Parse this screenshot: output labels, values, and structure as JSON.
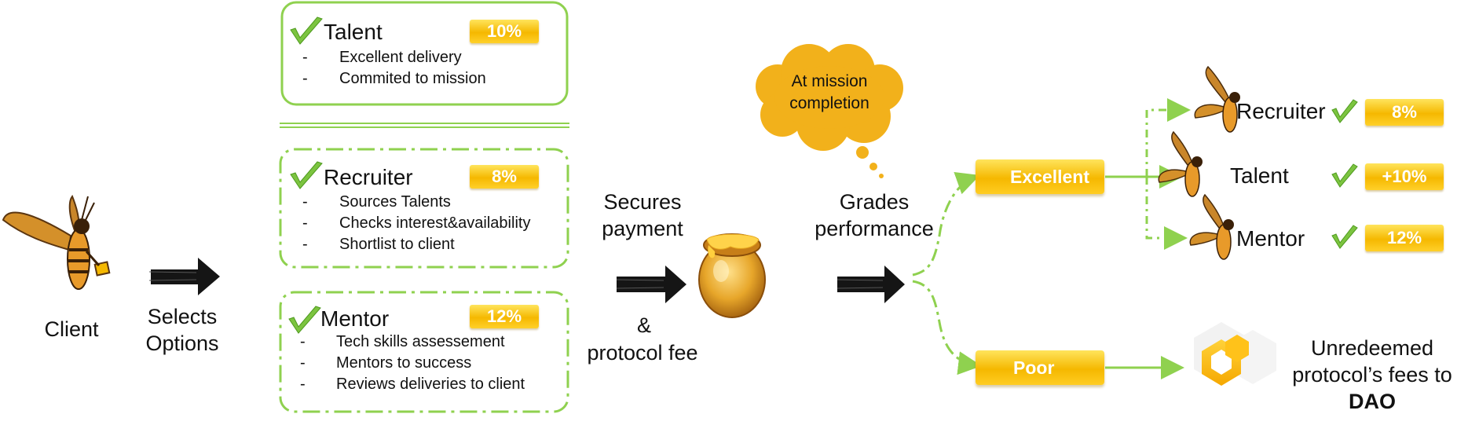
{
  "client": {
    "label": "Client"
  },
  "step_select": {
    "line1": "Selects",
    "line2": "Options"
  },
  "options": {
    "talent": {
      "title": "Talent",
      "badge": "10%",
      "items": [
        "Excellent delivery",
        "Commited to mission"
      ]
    },
    "recruiter": {
      "title": "Recruiter",
      "badge": "8%",
      "items": [
        "Sources Talents",
        "Checks interest&availability",
        "Shortlist to client"
      ]
    },
    "mentor": {
      "title": "Mentor",
      "badge": "12%",
      "items": [
        "Tech skills assessement",
        "Mentors to success",
        "Reviews deliveries to client"
      ]
    }
  },
  "payment": {
    "line1": "Secures",
    "line2": "payment",
    "amp": "&",
    "line3": "protocol fee"
  },
  "cloud": {
    "line1": "At mission",
    "line2": "completion"
  },
  "grading": {
    "line1": "Grades",
    "line2": "performance"
  },
  "grades": {
    "excellent": "Excellent",
    "poor": "Poor"
  },
  "rewards": [
    {
      "role": "Recruiter",
      "badge": "8%"
    },
    {
      "role": "Talent",
      "badge": "+10%"
    },
    {
      "role": "Mentor",
      "badge": "12%"
    }
  ],
  "dao": {
    "line1": "Unredeemed",
    "line2": "protocol’s fees to",
    "line3": "DAO"
  },
  "colors": {
    "green": "#8fd14f",
    "gold": "#f5b800",
    "cloud": "#f2b11b",
    "arrow": "#111111"
  }
}
